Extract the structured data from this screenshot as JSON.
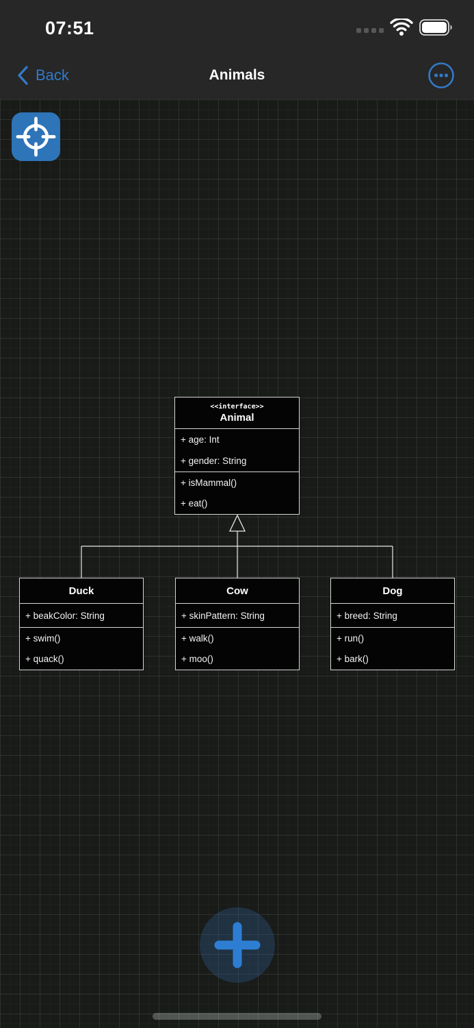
{
  "status_bar": {
    "time": "07:51"
  },
  "nav_bar": {
    "back_label": "Back",
    "title": "Animals"
  },
  "diagram": {
    "relationship": "inheritance",
    "classes": [
      {
        "stereotype": "<<interface>>",
        "name": "Animal",
        "attributes": [
          "+ age: Int",
          "+ gender: String"
        ],
        "methods": [
          "+ isMammal()",
          "+ eat()"
        ]
      },
      {
        "name": "Duck",
        "attributes": [
          "+ beakColor: String"
        ],
        "methods": [
          "+ swim()",
          "+ quack()"
        ]
      },
      {
        "name": "Cow",
        "attributes": [
          "+ skinPattern: String"
        ],
        "methods": [
          "+ walk()",
          "+ moo()"
        ]
      },
      {
        "name": "Dog",
        "attributes": [
          "+ breed: String"
        ],
        "methods": [
          "+ run()",
          "+ bark()"
        ]
      }
    ]
  },
  "icons": {
    "target": "crosshair-icon",
    "add": "plus-icon",
    "more": "ellipsis-circle-icon",
    "back": "chevron-left-icon",
    "wifi": "wifi-icon",
    "battery": "battery-icon",
    "cellular": "cellular-signal-icon"
  },
  "colors": {
    "accent_blue": "#3379c9",
    "canvas_bg": "#191b19",
    "top_bar_bg": "#262726",
    "box_bg": "#040404",
    "box_border": "#d6d6d6",
    "connector": "#e8e8e8",
    "target_button_bg": "#2e74b8",
    "add_button_plus": "#2d7ed3"
  }
}
